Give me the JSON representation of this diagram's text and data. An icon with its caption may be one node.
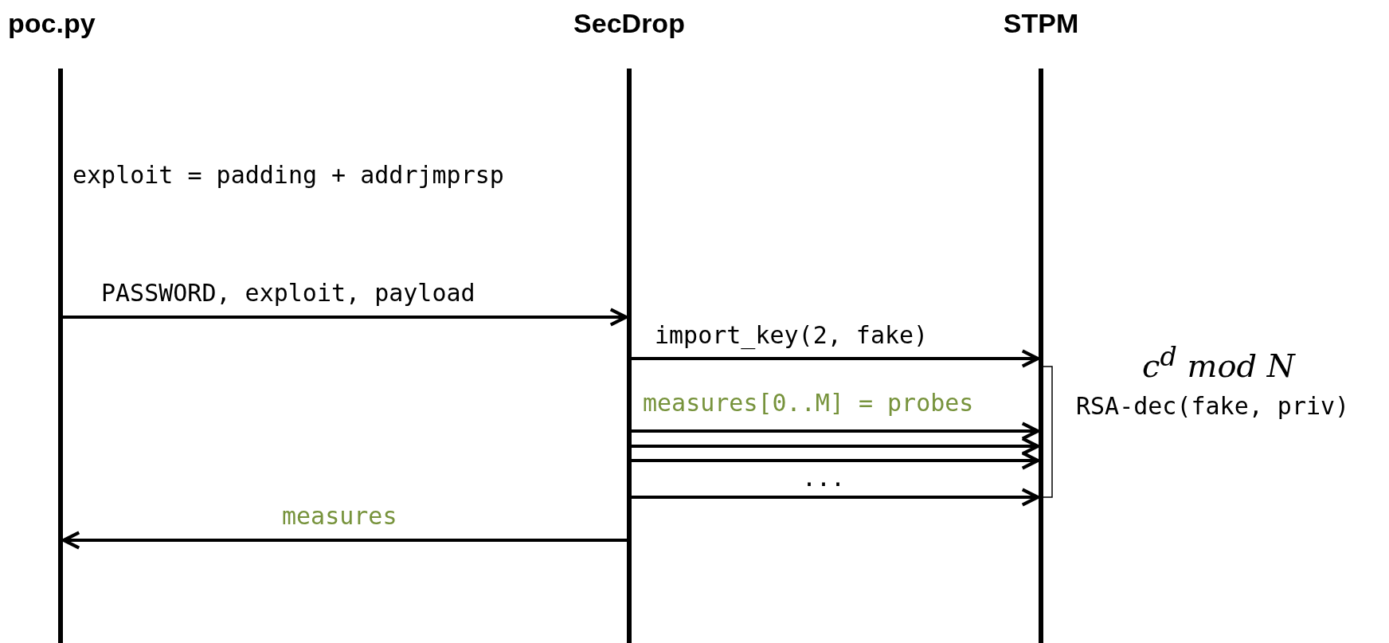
{
  "diagram": {
    "nodes": [
      {
        "text": [
          "poc.py"
        ]
      },
      {
        "text": [
          "SecDrop"
        ]
      },
      {
        "text": [
          "STPM"
        ]
      }
    ],
    "edges": [
      {
        "from": 0,
        "to": 1,
        "arrow": "to",
        "label": "PASSWORD, exploit, payload"
      },
      {
        "from": 1,
        "to": 2,
        "arrow": "to",
        "label": "import_key(2, fake)"
      },
      {
        "from": 1,
        "to": 2,
        "arrow": "to",
        "label": "measures[0..M] = probes"
      },
      {
        "from": 1,
        "to": 2,
        "arrow": "to"
      },
      {
        "from": 1,
        "to": 2,
        "arrow": "to"
      },
      {
        "from": 1,
        "to": 2,
        "arrow": "to",
        "label": "..."
      },
      {
        "from": 1,
        "to": 0,
        "arrow": "to",
        "label": "measures"
      }
    ],
    "labels": [
      "exploit = padding + addrjmprsp",
      "c$^{d}$ mod N",
      "RSA-dec(fake, priv)"
    ]
  }
}
